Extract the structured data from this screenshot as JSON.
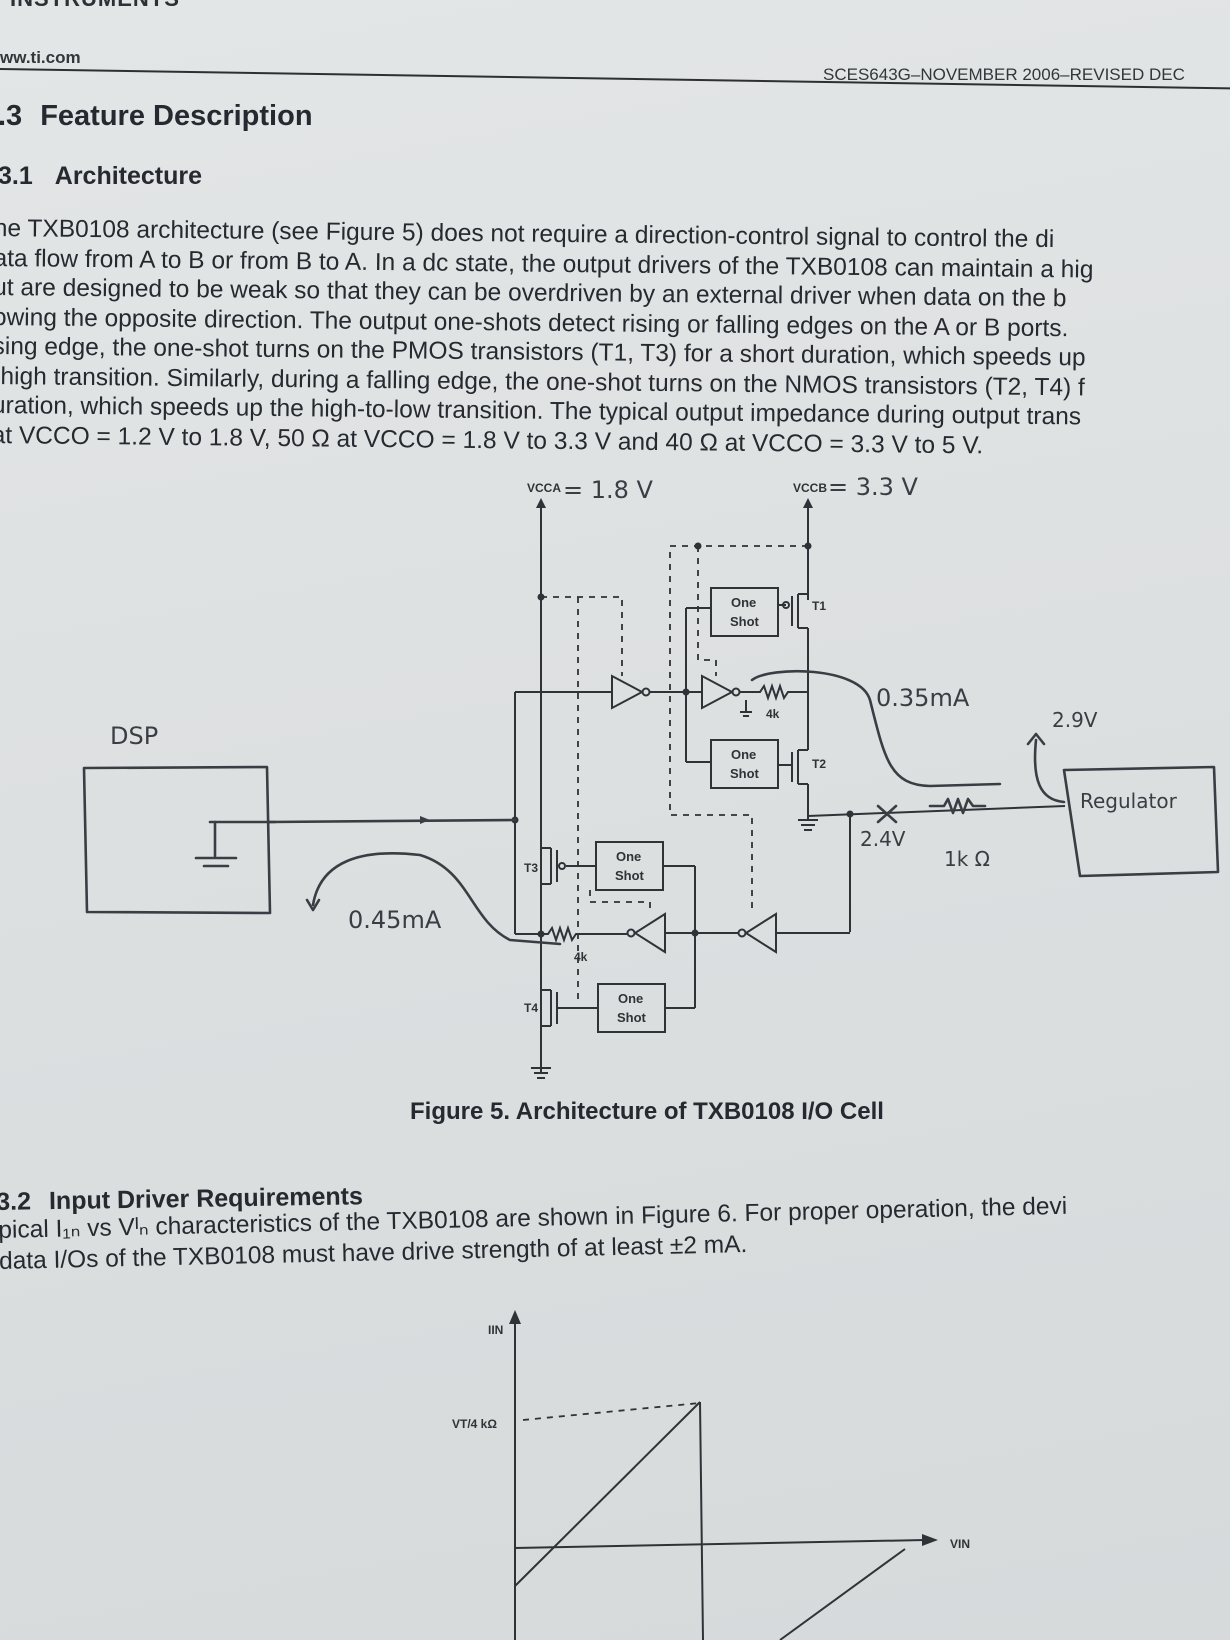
{
  "header": {
    "company_partial": "INSTRUMENTS",
    "site": "ww.ti.com",
    "doc_id": "SCES643G–NOVEMBER 2006–REVISED DEC"
  },
  "section": {
    "number": ".3",
    "title": "Feature Description"
  },
  "subsection": {
    "number": "3.1",
    "title": "Architecture"
  },
  "body_lines": [
    "he TXB0108 architecture (see Figure 5) does not require a direction-control signal to control the di",
    "ata flow from A to B or from B to A. In a dc state, the output drivers of the TXB0108 can maintain a hig",
    "ut are designed to be weak so that they can be overdriven by an external driver when data on the b",
    "owing the opposite direction. The output one-shots detect rising or falling edges on the A or B ports.",
    "sing edge, the one-shot turns on the PMOS transistors (T1, T3) for a short duration, which speeds up",
    "-high transition. Similarly, during a falling edge, the one-shot turns on the NMOS transistors (T2, T4) f",
    "uration, which speeds up the high-to-low transition. The typical output impedance during output trans",
    " at VCCO = 1.2 V to 1.8 V, 50 Ω at VCCO = 1.8 V to 3.3 V and 40 Ω at VCCO = 3.3 V to 5 V."
  ],
  "schematic": {
    "vcca_label": "VCCA",
    "vccb_label": "VCCB",
    "one_shot_line1": "One",
    "one_shot_line2": "Shot",
    "t1": "T1",
    "t2": "T2",
    "t3": "T3",
    "t4": "T4",
    "resistor_4k": "4k"
  },
  "handwritten": {
    "vcca_value": "= 1.8 V",
    "vccb_value": "= 3.3 V",
    "dsp": "DSP",
    "current_b": "0.35mA",
    "current_a": "0.45mA",
    "voltage_reg": "2.9V",
    "voltage_node": "2.4V",
    "resistor": "1k Ω",
    "regulator": "Regulator"
  },
  "figure_caption": "Figure 5.  Architecture of TXB0108 I/O Cell",
  "subsection2": {
    "number": "3.2",
    "title": "Input Driver Requirements"
  },
  "body2_lines": [
    "pical I₁ₙ vs Vᴵₙ characteristics of the TXB0108 are shown in Figure 6. For proper operation, the devi",
    " data I/Os of the TXB0108 must have drive strength of at least ±2 mA."
  ],
  "graph": {
    "y_axis_label": "IIN",
    "x_axis_label": "VIN",
    "level_label": "VT/4 kΩ"
  }
}
